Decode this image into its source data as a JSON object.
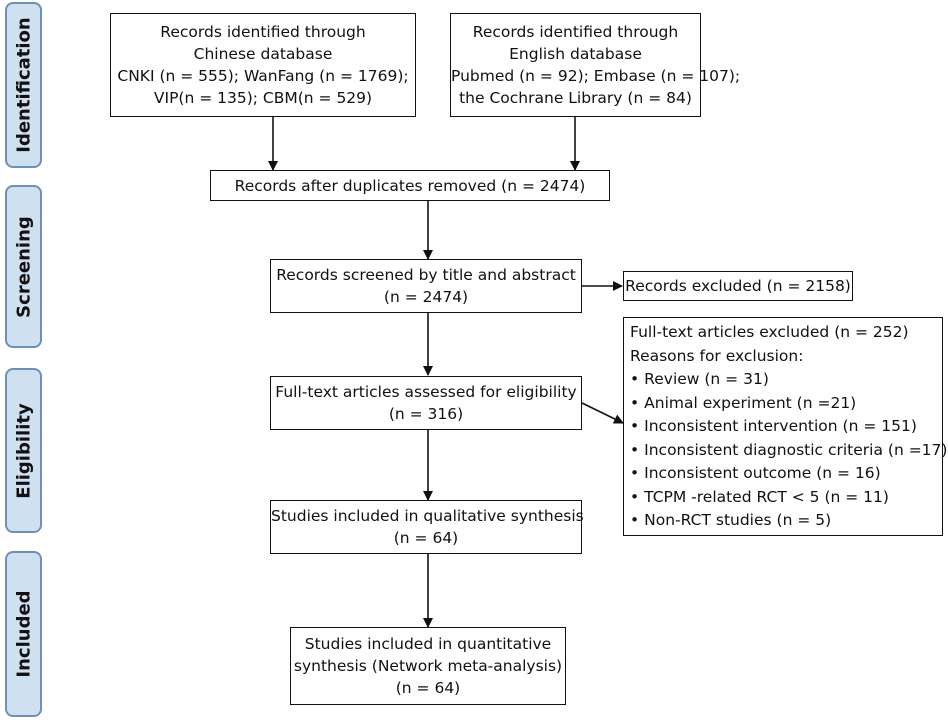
{
  "stages": [
    {
      "label": "Identification"
    },
    {
      "label": "Screening"
    },
    {
      "label": "Eligibility"
    },
    {
      "label": "Included"
    }
  ],
  "boxes": {
    "chinese_db": {
      "lines": [
        "Records identified through",
        "Chinese database",
        "CNKI (n = 555); WanFang (n = 1769);",
        "VIP(n = 135); CBM(n = 529)"
      ]
    },
    "english_db": {
      "lines": [
        "Records identified through",
        "English database",
        "Pubmed (n = 92); Embase (n = 107);",
        "the Cochrane Library (n = 84)"
      ]
    },
    "duplicates_removed": {
      "lines": [
        "Records after duplicates removed (n = 2474)"
      ]
    },
    "screened": {
      "lines": [
        "Records screened by title and abstract",
        "(n = 2474)"
      ]
    },
    "excluded_screening": {
      "lines": [
        "Records excluded (n = 2158)"
      ]
    },
    "fulltext_assessed": {
      "lines": [
        "Full-text articles assessed for eligibility",
        "(n = 316)"
      ]
    },
    "fulltext_excluded": {
      "header": "Full-text articles excluded (n = 252)",
      "reasons_title": "Reasons for exclusion:",
      "reasons": [
        "Review (n = 31)",
        "Animal experiment (n =21)",
        "Inconsistent intervention (n = 151)",
        "Inconsistent diagnostic criteria (n =17)",
        "Inconsistent outcome (n = 16)",
        "TCPM -related RCT < 5 (n = 11)",
        "Non-RCT studies (n = 5)"
      ]
    },
    "qualitative": {
      "lines": [
        "Studies included in qualitative synthesis",
        "(n = 64)"
      ]
    },
    "quantitative": {
      "lines": [
        "Studies included in quantitative",
        "synthesis (Network meta-analysis)",
        "(n = 64)"
      ]
    }
  },
  "colors": {
    "stage_fill": "#cfe0f1",
    "stage_border": "#6f8fb4",
    "line": "#111111"
  }
}
